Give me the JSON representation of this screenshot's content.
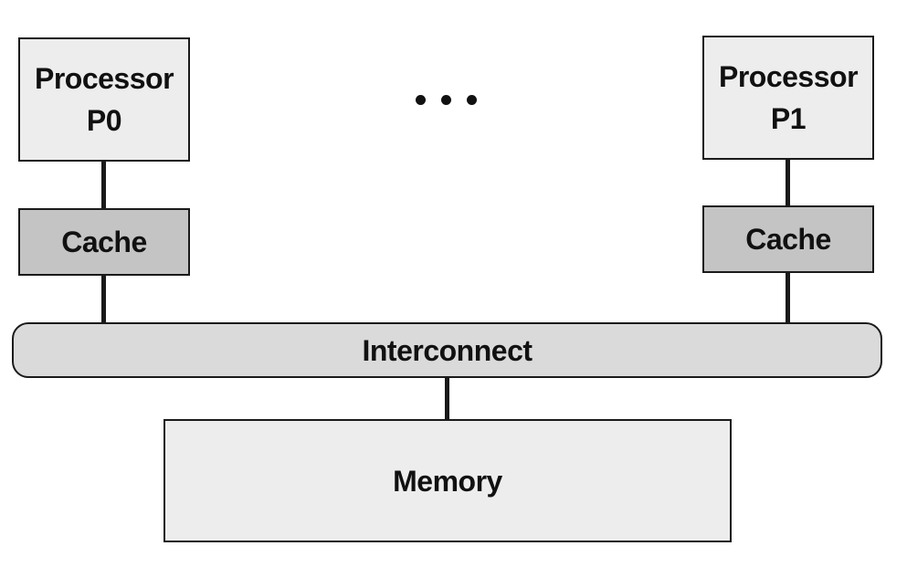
{
  "processors": [
    {
      "line1": "Processor",
      "line2": "P0",
      "cache": "Cache"
    },
    {
      "line1": "Processor",
      "line2": "P1",
      "cache": "Cache"
    }
  ],
  "interconnect": "Interconnect",
  "memory": "Memory",
  "colors": {
    "processor_fill": "#ededed",
    "cache_fill": "#c4c4c4",
    "interconnect_fill": "#dadada",
    "memory_fill": "#ededed",
    "stroke": "#1a1a1a"
  }
}
